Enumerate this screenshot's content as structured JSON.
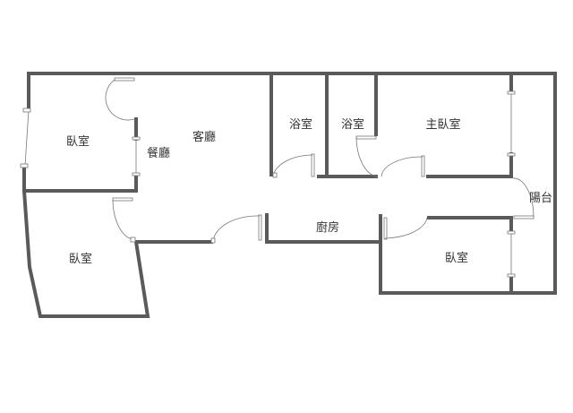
{
  "floor_plan": {
    "rooms": [
      {
        "id": "bedroom-upper-left",
        "label": "臥室"
      },
      {
        "id": "living-room",
        "label": "客廳"
      },
      {
        "id": "dining-room",
        "label": "餐廳"
      },
      {
        "id": "bedroom-lower-left",
        "label": "臥室"
      },
      {
        "id": "bathroom-1",
        "label": "浴室"
      },
      {
        "id": "bathroom-2",
        "label": "浴室"
      },
      {
        "id": "master-bedroom",
        "label": "主臥室"
      },
      {
        "id": "balcony",
        "label": "陽台"
      },
      {
        "id": "kitchen",
        "label": "廚房"
      },
      {
        "id": "bedroom-lower-right",
        "label": "臥室"
      }
    ],
    "colors": {
      "wall": "#5a5a5a",
      "fixture": "#777777"
    }
  }
}
